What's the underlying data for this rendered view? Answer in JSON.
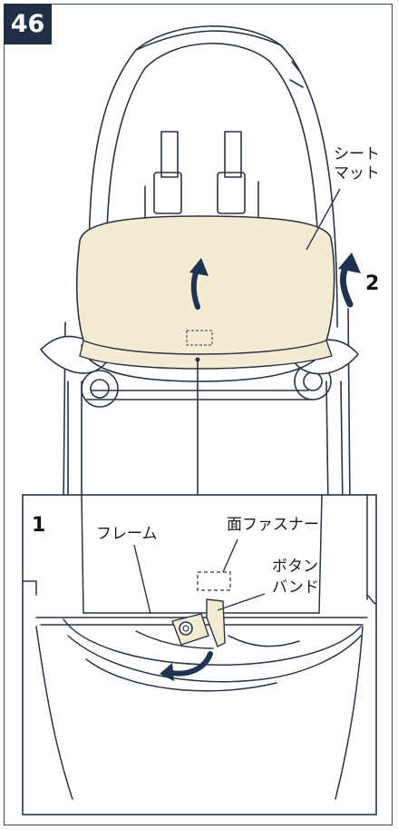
{
  "step_number": "46",
  "labels": {
    "seat_mat_line1": "シート",
    "seat_mat_line2": "マット",
    "frame": "フレーム",
    "velcro": "面ファスナー",
    "button_band_line1": "ボタン",
    "button_band_line2": "バンド"
  },
  "steps": {
    "one": "1",
    "two": "2"
  },
  "colors": {
    "badge": "#1f2f45",
    "arrow": "#1f3350",
    "mat": "#f4ecd2",
    "line": "#2a3444"
  }
}
